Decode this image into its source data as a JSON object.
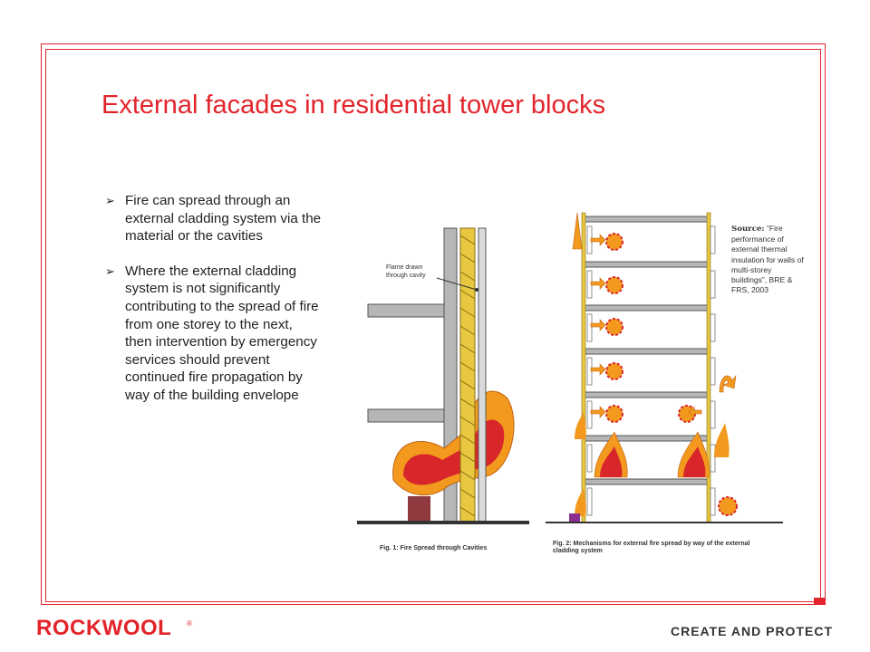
{
  "slide": {
    "title": "External facades in residential tower blocks",
    "bullets": [
      {
        "text": "Fire can spread through an external cladding system via the material or the cavities"
      },
      {
        "text": "Where the external cladding system is not significantly contributing to the spread of fire from one storey to the next, then intervention by emergency services should prevent continued fire propagation by way of the building envelope"
      }
    ],
    "bullet_marker": "➢"
  },
  "figures": {
    "fig1": {
      "annotation": "Flame drawn through cavity",
      "caption": "Fig. 1: Fire Spread through Cavities"
    },
    "fig2": {
      "caption": "Fig. 2: Mechanisms for external fire spread by way of the external cladding system",
      "source_label": "Source:",
      "source_text": "“Fire performance of external thermal insulation for walls of multi-storey buildings”, BRE & FRS, 2003"
    }
  },
  "footer": {
    "logo": "ROCKWOOL",
    "logo_mark": "®",
    "tagline": "CREATE AND PROTECT"
  },
  "colors": {
    "brand_red": "#e3242b",
    "concrete": "#b4b6b8",
    "insulation": "#e8c840",
    "flame_outer": "#f39a1e",
    "flame_inner": "#d8262a"
  }
}
